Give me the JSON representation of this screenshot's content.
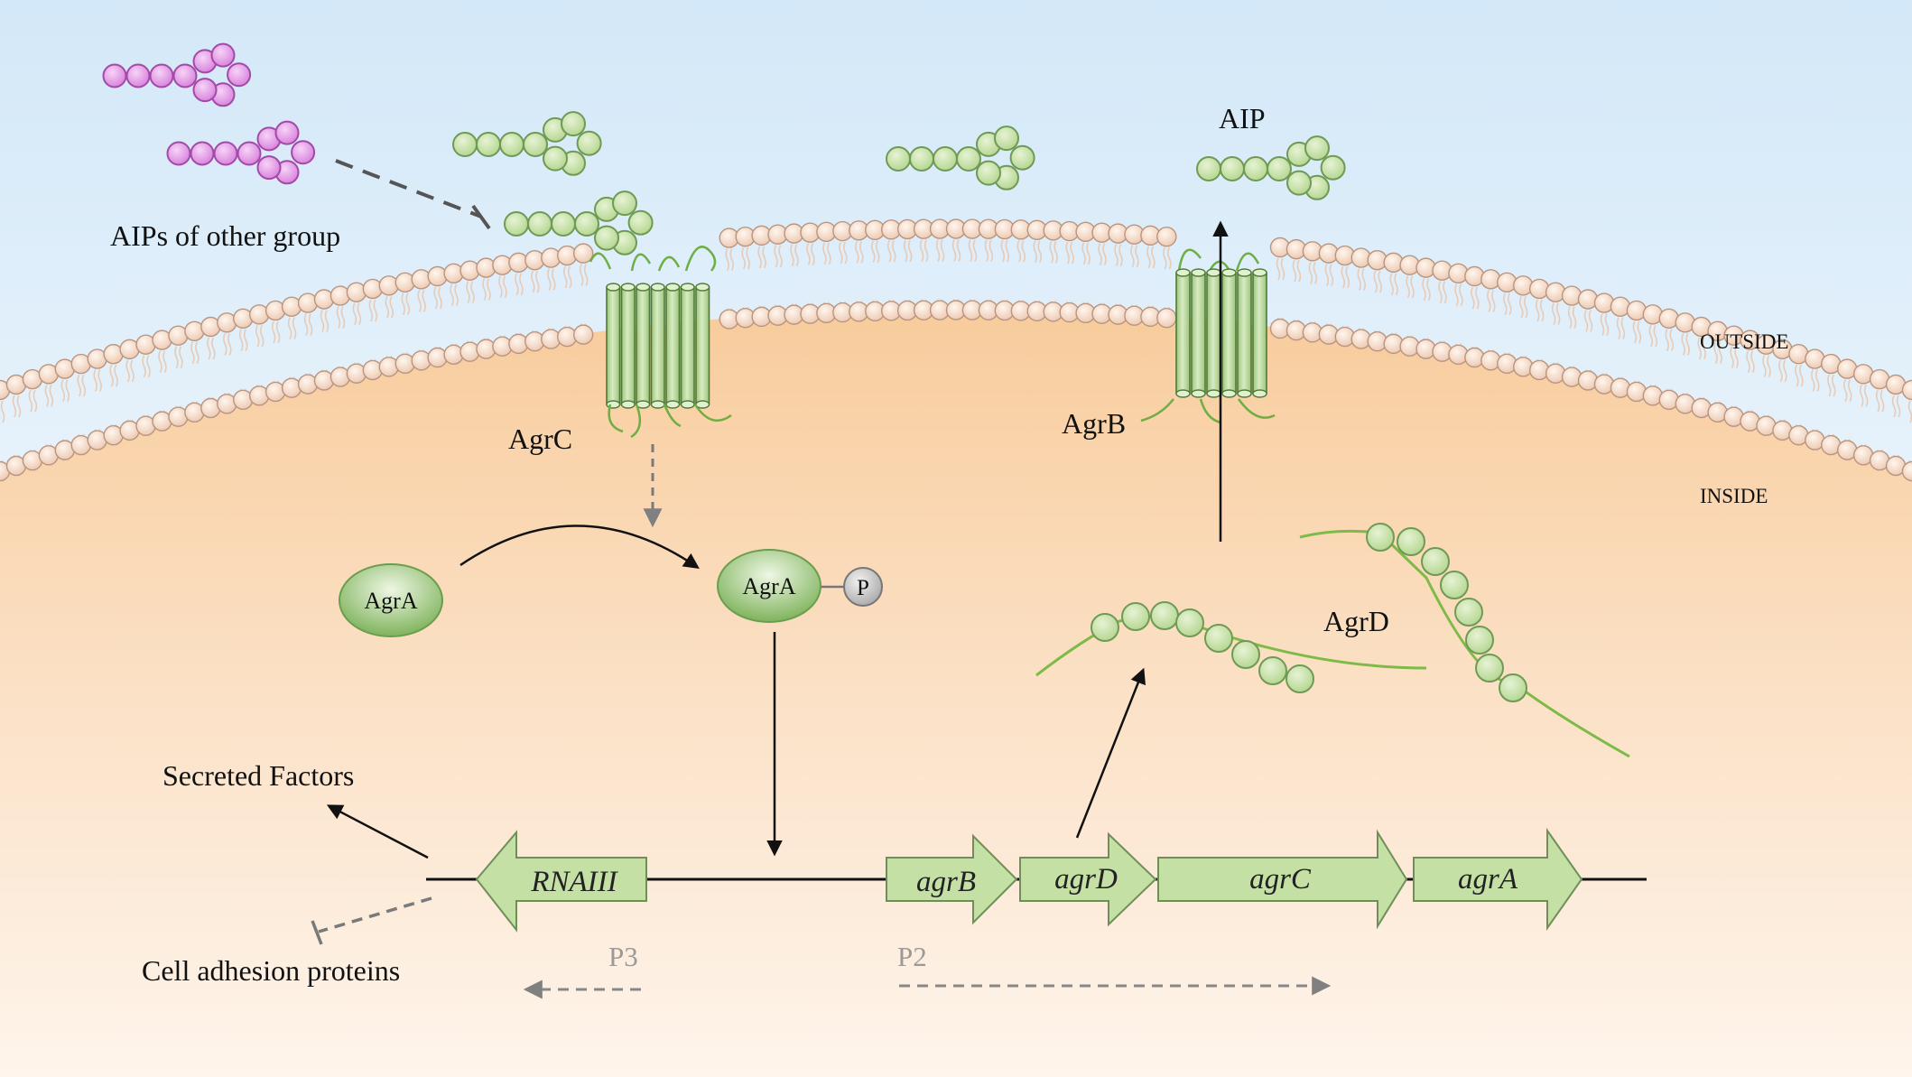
{
  "labels": {
    "other_group": "AIPs of other group",
    "aip": "AIP",
    "outside": "OUTSIDE",
    "inside": "INSIDE",
    "agrC": "AgrC",
    "agrB_protein": "AgrB",
    "agrA": "AgrA",
    "agrA_phospho": "AgrA",
    "phosphate": "P",
    "agrD_protein": "AgrD",
    "secreted": "Secreted Factors",
    "adhesion": "Cell adhesion proteins",
    "p3": "P3",
    "p2": "P2"
  },
  "genes": {
    "rnaiii": "RNAIII",
    "agrB": "agrB",
    "agrD": "agrD",
    "agrC": "agrC",
    "agrA": "agrA"
  },
  "colors": {
    "sky_top": "#d6eaf8",
    "cytoplasm": "#f8ceA0",
    "membrane_head": "#fbe8dc",
    "bead_green": "#cfe6b0",
    "bead_pink": "#e7a6e8",
    "gene_fill": "#c5e0a5",
    "dashed_gray": "#8a8a8a"
  }
}
